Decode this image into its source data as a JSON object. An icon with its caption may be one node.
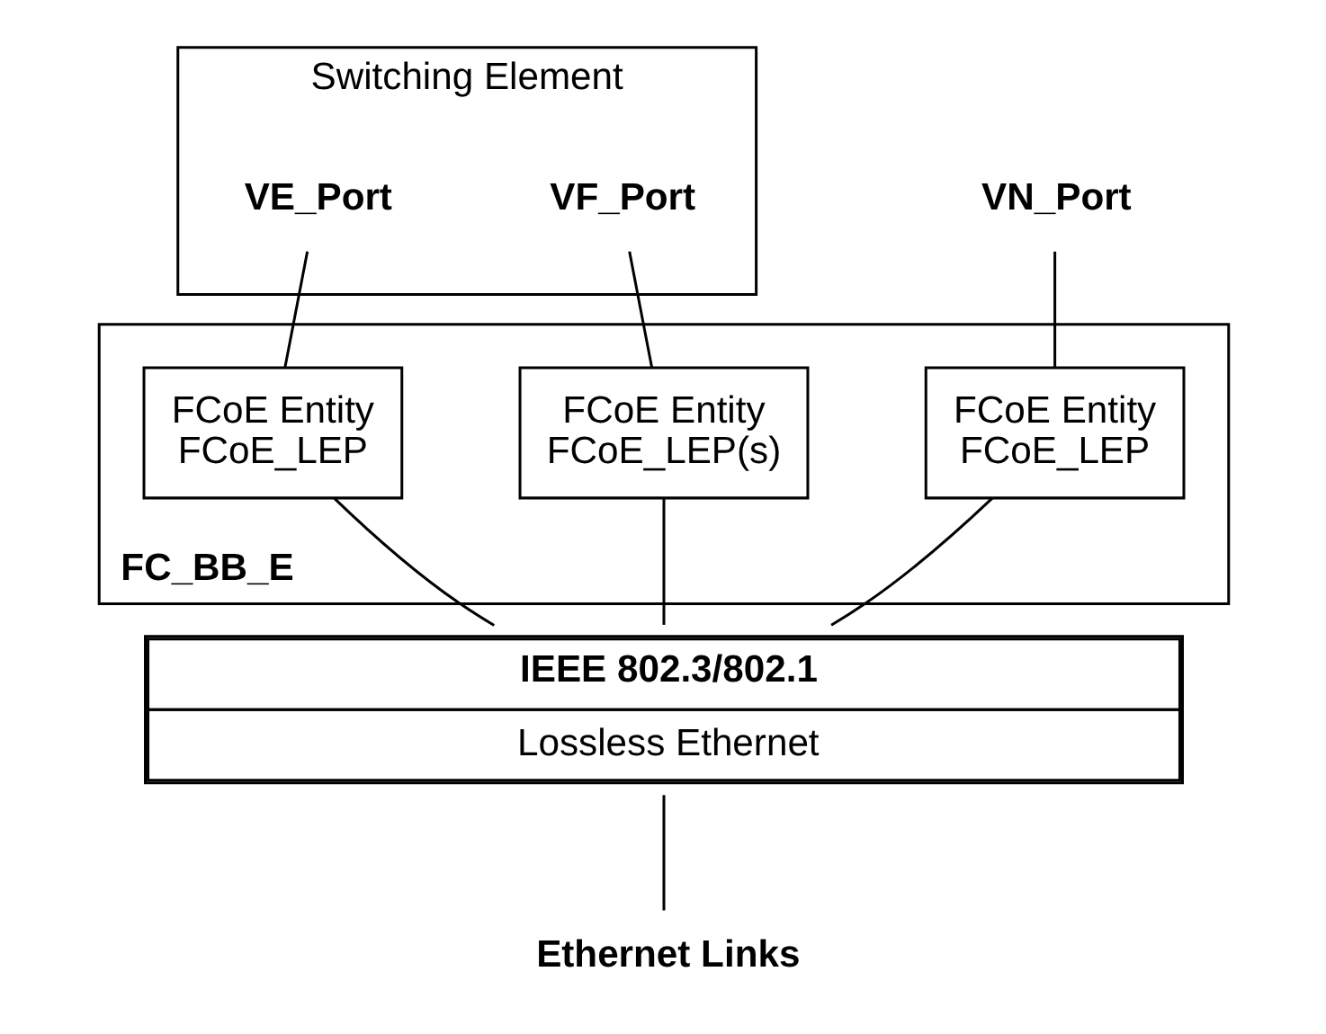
{
  "diagram": {
    "nodes": [
      {
        "text": [
          "Switching Element"
        ]
      },
      {
        "text": [
          "VN_Port"
        ]
      },
      {
        "text": [
          "VF_Port"
        ],
        "in": 0
      },
      {
        "text": [
          "VE_Port"
        ],
        "in": 0
      },
      {
        "text": [
          "FC_BB_E"
        ]
      },
      {
        "text": [
          "FCoE Entity",
          "FCoE_LEP"
        ],
        "in": 4
      },
      {
        "text": [
          "FCoE Entity",
          "FCoE_LEP(s)"
        ],
        "in": 4
      },
      {
        "text": [
          "FCoE Entity",
          "FCoE_LEP"
        ],
        "in": 4
      },
      {
        "text": [
          "IEEE 802.3/802.1",
          "Lossless Ethernet"
        ]
      },
      {
        "text": [
          "Ethernet Links"
        ]
      }
    ],
    "edges": [
      {
        "from": 1,
        "to": 5,
        "arrow": "none"
      },
      {
        "from": 2,
        "to": 6,
        "arrow": "none"
      },
      {
        "from": 3,
        "to": 7,
        "arrow": "none"
      },
      {
        "from": 5,
        "to": 8,
        "arrow": "none"
      },
      {
        "from": 6,
        "to": 8,
        "arrow": "none"
      },
      {
        "from": 7,
        "to": 8,
        "arrow": "none"
      },
      {
        "from": 8,
        "to": 9,
        "arrow": "none"
      }
    ]
  }
}
